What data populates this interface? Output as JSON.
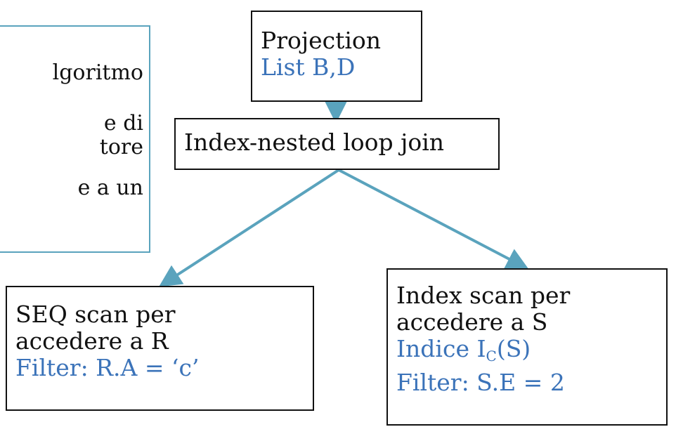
{
  "side_note": {
    "lines": [
      "lgoritmo",
      "e di",
      "tore",
      "e a un"
    ]
  },
  "nodes": {
    "projection": {
      "title": "Projection",
      "detail": "List B,D"
    },
    "join": {
      "title": "Index-nested loop join"
    },
    "left": {
      "line1": "SEQ scan per",
      "line2": "accedere a R",
      "filter": "Filter: R.A = ‘c’"
    },
    "right": {
      "line1": "Index scan per",
      "line2": "accedere a S",
      "index_prefix": "Indice I",
      "index_subscript": "C",
      "index_suffix": "(S)",
      "filter": "Filter: S.E = 2"
    }
  },
  "colors": {
    "edge": "#5aa3bd",
    "highlight_text": "#3b73b9",
    "border": "#111111"
  }
}
